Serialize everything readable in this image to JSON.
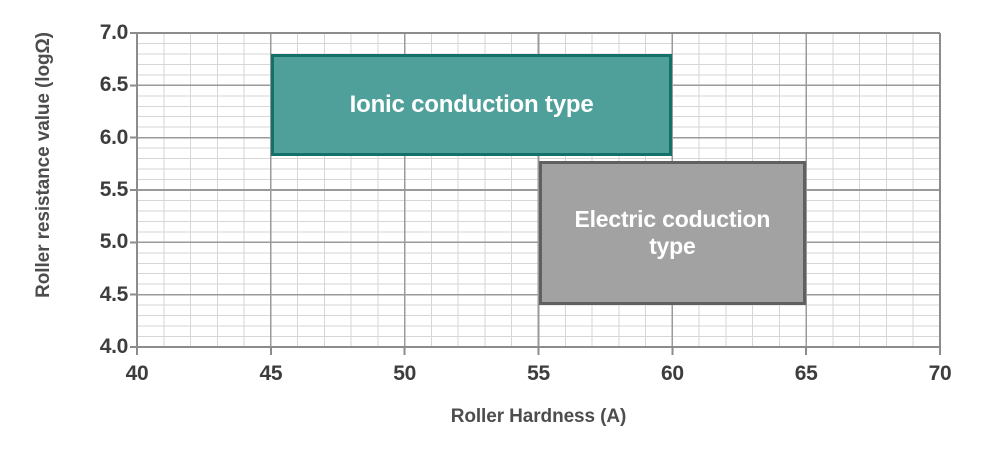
{
  "chart_data": {
    "type": "bar",
    "title": "",
    "subtitle": "",
    "xlabel": "Roller Hardness (A)",
    "ylabel": "Roller resistance value (logΩ)",
    "xlim": [
      40,
      70
    ],
    "ylim": [
      4.0,
      7.0
    ],
    "x_major_ticks": [
      40,
      45,
      50,
      55,
      60,
      65,
      70
    ],
    "x_tick_labels": [
      "40",
      "45",
      "50",
      "55",
      "60",
      "65",
      "70"
    ],
    "x_minor_step": 1,
    "y_major_ticks": [
      4.0,
      4.5,
      5.0,
      5.5,
      6.0,
      6.5,
      7.0
    ],
    "y_tick_labels": [
      "4.0",
      "4.5",
      "5.0",
      "5.5",
      "6.0",
      "6.5",
      "7.0"
    ],
    "y_minor_step": 0.1,
    "grid": true,
    "legend": "none",
    "regions": [
      {
        "name": "ionic-conduction",
        "label": "Ionic conduction type",
        "x0": 45,
        "x1": 60,
        "y0": 5.82,
        "y1": 6.8,
        "fill": "#4fa09b",
        "stroke": "#16706a",
        "text_color": "#ffffff"
      },
      {
        "name": "electric-conduction",
        "label": "Electric coduction type",
        "x0": 55,
        "x1": 65,
        "y0": 4.4,
        "y1": 5.78,
        "fill": "#a2a2a2",
        "stroke": "#606060",
        "text_color": "#ffffff"
      }
    ],
    "colors": {
      "background": "#ffffff",
      "major_gridline": "#9a9a9a",
      "minor_gridline": "#d6d6d6",
      "axis_line": "#8c8c8c",
      "tick_text": "#3d3d3d",
      "axis_title_text": "#4d4d4d"
    }
  }
}
